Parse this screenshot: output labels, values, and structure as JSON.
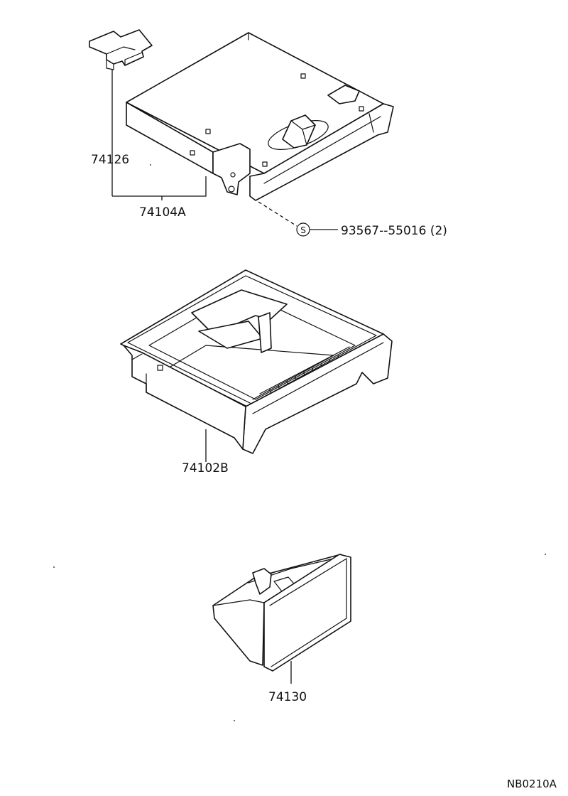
{
  "parts": {
    "bracket_clip": "74126",
    "holder_assembly": "74104A",
    "screw": "93567--55016 (2)",
    "screw_symbol": "S",
    "housing": "74102B",
    "ashtray": "74130"
  },
  "drawing_code": "NB0210A"
}
